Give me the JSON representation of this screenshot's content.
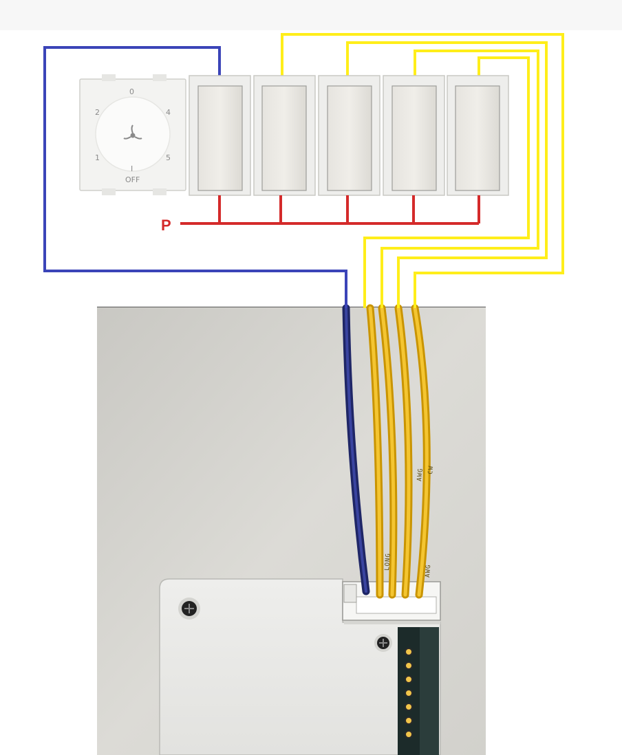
{
  "regulator": {
    "dial_labels": [
      "0",
      "2",
      "4",
      "1",
      "5",
      "I",
      "OFF"
    ],
    "icon": "fan-icon"
  },
  "switches": {
    "count": 5
  },
  "phase_line": {
    "label": "P",
    "color": "#d42a2a"
  },
  "wires": {
    "neutral_color": "#3b44b8",
    "switched_color": "#ffee1a"
  },
  "photo": {
    "wire_prints": [
      "LONG",
      "AWG",
      "CW",
      "AWG"
    ]
  }
}
